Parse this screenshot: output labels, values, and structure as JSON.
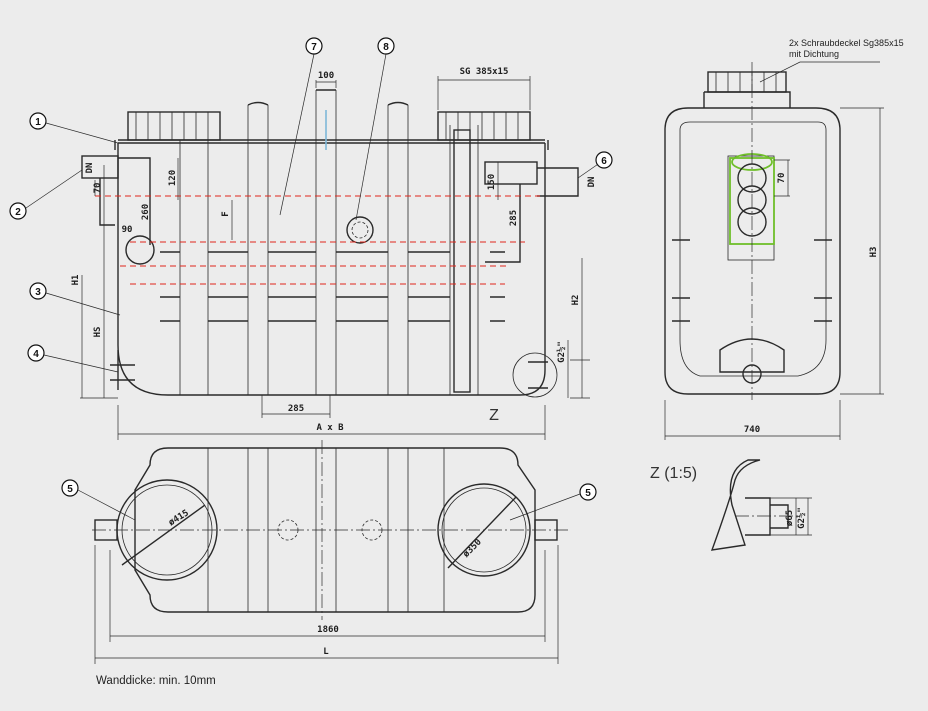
{
  "callouts": [
    "1",
    "2",
    "3",
    "4",
    "5",
    "5",
    "6",
    "7",
    "8"
  ],
  "dims": {
    "d100": "100",
    "sg": "SG 385x15",
    "dn_left": "DN",
    "d70_left": "70",
    "d120": "120",
    "d260": "260",
    "d90": "90",
    "f": "F",
    "h1": "H1",
    "hs": "HS",
    "d150": "150",
    "d285_right": "285",
    "dn_right": "DN",
    "h2": "H2",
    "g2": "G2½\"",
    "d285_bottom": "285",
    "axb": "A x B",
    "z_mark": "Z",
    "d70_side": "70",
    "h3": "H3",
    "d740": "740",
    "d415": "ø415",
    "d350": "ø350",
    "d1860": "1860",
    "l": "L",
    "d65": "ø65",
    "g2_detail": "G2½\""
  },
  "notes": {
    "lid_line1": "2x Schraubdeckel Sg385x15",
    "lid_line2": "mit Dichtung",
    "detail_label": "Z (1:5)",
    "wall": "Wanddicke: min. 10mm"
  },
  "colors": {
    "background": "#ececec",
    "ink": "#2a2a2a",
    "red_lines": "#e0261b",
    "green": "#6fbf2a",
    "blue": "#7fb8d8"
  }
}
